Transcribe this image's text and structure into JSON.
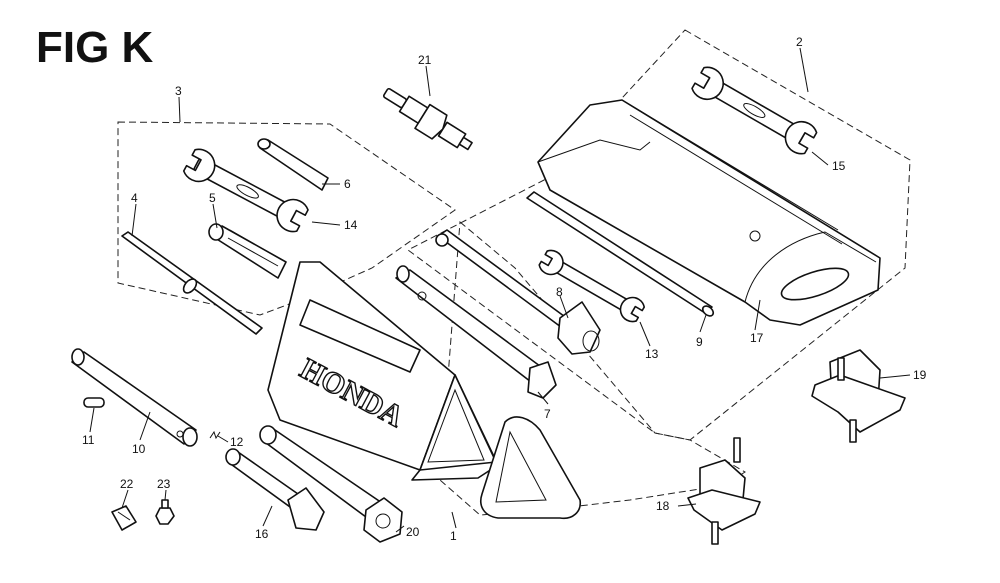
{
  "figure": {
    "title": "FIG K",
    "brand_text": "HONDA"
  },
  "callouts": [
    {
      "id": "c1",
      "label": "1"
    },
    {
      "id": "c2",
      "label": "2"
    },
    {
      "id": "c3",
      "label": "3"
    },
    {
      "id": "c4",
      "label": "4"
    },
    {
      "id": "c5",
      "label": "5"
    },
    {
      "id": "c6",
      "label": "6"
    },
    {
      "id": "c7",
      "label": "7"
    },
    {
      "id": "c8",
      "label": "8"
    },
    {
      "id": "c9",
      "label": "9"
    },
    {
      "id": "c10",
      "label": "10"
    },
    {
      "id": "c11",
      "label": "11"
    },
    {
      "id": "c12",
      "label": "12"
    },
    {
      "id": "c13",
      "label": "13"
    },
    {
      "id": "c14",
      "label": "14"
    },
    {
      "id": "c15",
      "label": "15"
    },
    {
      "id": "c16",
      "label": "16"
    },
    {
      "id": "c17",
      "label": "17"
    },
    {
      "id": "c18",
      "label": "18"
    },
    {
      "id": "c19",
      "label": "19"
    },
    {
      "id": "c20",
      "label": "20"
    },
    {
      "id": "c21",
      "label": "21"
    },
    {
      "id": "c22",
      "label": "22"
    },
    {
      "id": "c23",
      "label": "23"
    }
  ]
}
